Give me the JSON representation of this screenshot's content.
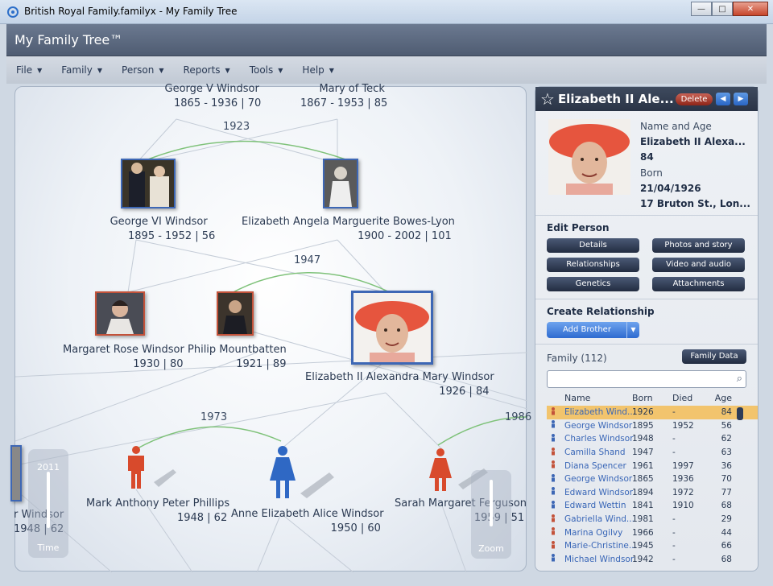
{
  "window": {
    "title": "British Royal Family.familyx - My Family Tree",
    "minimize": "—",
    "maximize": "□",
    "close": "✕"
  },
  "app": {
    "title": "My Family Tree™"
  },
  "menu": [
    {
      "label": "File"
    },
    {
      "label": "Family"
    },
    {
      "label": "Person"
    },
    {
      "label": "Reports"
    },
    {
      "label": "Tools"
    },
    {
      "label": "Help"
    }
  ],
  "tree": {
    "george_v": {
      "name": "George V Windsor",
      "dates": "1865 - 1936 | 70"
    },
    "mary": {
      "name": "Mary of Teck",
      "dates": "1867 - 1953 | 85"
    },
    "george_vi": {
      "name": "George VI Windsor",
      "dates": "1895 - 1952 | 56"
    },
    "elizabeth_bl": {
      "name": "Elizabeth Angela Marguerite Bowes-Lyon",
      "dates": "1900 - 2002 | 101"
    },
    "margaret": {
      "name": "Margaret Rose Windsor",
      "dates": "1930 | 80"
    },
    "philip": {
      "name": "Philip Mountbatten",
      "dates": "1921 | 89"
    },
    "elizabeth_ii": {
      "name": "Elizabeth II Alexandra Mary Windsor",
      "dates": "1926 | 84"
    },
    "mark": {
      "name": "Mark Anthony Peter Phillips",
      "dates": "1948 | 62"
    },
    "anne": {
      "name": "Anne Elizabeth Alice Windsor",
      "dates": "1950 | 60"
    },
    "sarah": {
      "name": "Sarah Margaret Ferguson",
      "dates": "1959 | 51"
    },
    "left_partial": {
      "name": "r Windsor",
      "dates": "1948 | 62"
    },
    "years": {
      "m1": "1923",
      "m2": "1947",
      "m3": "1973",
      "m4": "1986"
    },
    "time_slider": {
      "value": "2011",
      "label": "Time"
    },
    "zoom_slider": {
      "label": "Zoom"
    }
  },
  "panel": {
    "name": "Elizabeth II Ale...",
    "delete": "Delete",
    "prev": "◀",
    "next": "▶",
    "lbl_name_age": "Name and Age",
    "val_name": "Elizabeth II Alexa...",
    "val_age": "84",
    "lbl_born": "Born",
    "val_born_date": "21/04/1926",
    "val_born_place": "17 Bruton St., Lon...",
    "edit_title": "Edit Person",
    "edit_buttons": [
      "Details",
      "Photos and story",
      "Relationships",
      "Video and audio",
      "Genetics",
      "Attachments"
    ],
    "create_title": "Create Relationship",
    "add_brother": "Add Brother",
    "family_title": "Family (112)",
    "family_data": "Family Data",
    "search_value": "",
    "columns": [
      "Name",
      "Born",
      "Died",
      "Age"
    ],
    "rows": [
      {
        "g": "f",
        "name": "Elizabeth Wind...",
        "born": "1926",
        "died": "-",
        "age": "84",
        "sel": true
      },
      {
        "g": "m",
        "name": "George Windsor",
        "born": "1895",
        "died": "1952",
        "age": "56"
      },
      {
        "g": "m",
        "name": "Charles Windsor",
        "born": "1948",
        "died": "-",
        "age": "62"
      },
      {
        "g": "f",
        "name": "Camilla Shand",
        "born": "1947",
        "died": "-",
        "age": "63"
      },
      {
        "g": "f",
        "name": "Diana Spencer",
        "born": "1961",
        "died": "1997",
        "age": "36"
      },
      {
        "g": "m",
        "name": "George Windsor",
        "born": "1865",
        "died": "1936",
        "age": "70"
      },
      {
        "g": "m",
        "name": "Edward Windsor",
        "born": "1894",
        "died": "1972",
        "age": "77"
      },
      {
        "g": "m",
        "name": "Edward Wettin",
        "born": "1841",
        "died": "1910",
        "age": "68"
      },
      {
        "g": "f",
        "name": "Gabriella Wind...",
        "born": "1981",
        "died": "-",
        "age": "29"
      },
      {
        "g": "f",
        "name": "Marina Ogilvy",
        "born": "1966",
        "died": "-",
        "age": "44"
      },
      {
        "g": "f",
        "name": "Marie-Christine...",
        "born": "1945",
        "died": "-",
        "age": "66"
      },
      {
        "g": "m",
        "name": "Michael Windsor",
        "born": "1942",
        "died": "-",
        "age": "68"
      }
    ]
  },
  "colors": {
    "male": "#3d67b5",
    "female": "#c3523a",
    "marriage_line": "#7fc27a",
    "selected_row": "#f2c46d"
  }
}
